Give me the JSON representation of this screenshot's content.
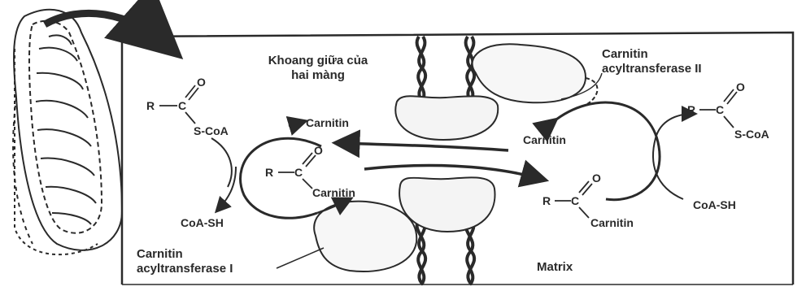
{
  "labels": {
    "intermembrane_line1": "Khoang giữa của",
    "intermembrane_line2": "hai màng",
    "enzyme2_line1": "Carnitin",
    "enzyme2_line2": "acyltransferase II",
    "enzyme1_line1": "Carnitin",
    "enzyme1_line2": "acyltransferase I",
    "matrix": "Matrix"
  },
  "left_cycle": {
    "acyl_coa": {
      "r": "R",
      "c": "C",
      "o": "O",
      "s_coa": "S-CoA"
    },
    "carnitin_top": "Carnitin",
    "acyl_carnitin": {
      "r": "R",
      "c": "C",
      "o": "O",
      "carnitin": "Carnitin"
    },
    "coa_sh": "CoA-SH"
  },
  "right_cycle": {
    "carnitin_top": "Carnitin",
    "acyl_coa": {
      "r": "R",
      "c": "C",
      "o": "O",
      "s_coa": "S-CoA"
    },
    "acyl_carnitin": {
      "r": "R",
      "c": "C",
      "o": "O",
      "carnitin": "Carnitin"
    },
    "coa_sh": "CoA-SH"
  },
  "colors": {
    "ink": "#2a2a2a",
    "paper": "#ffffff"
  }
}
